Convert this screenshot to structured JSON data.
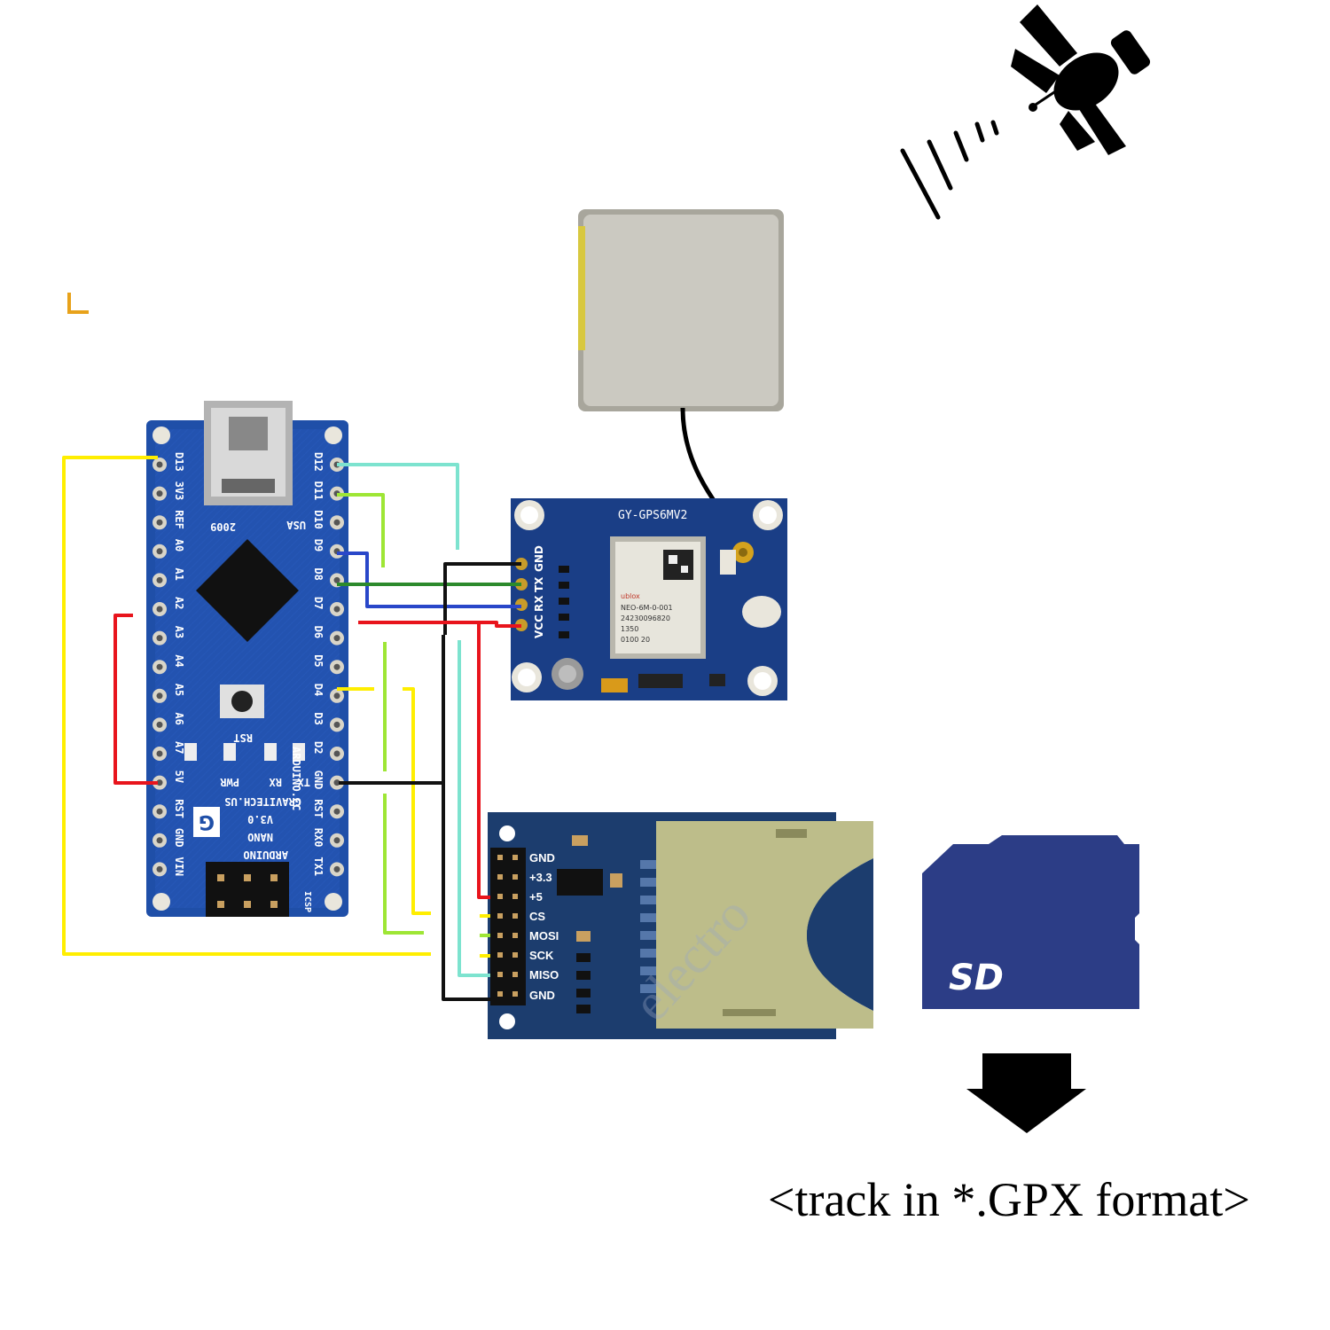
{
  "colors": {
    "board_blue": "#1f4fa8",
    "module_blue": "#1a3e86",
    "sd_module_blue": "#1c3d6e",
    "sd_card_blue": "#2c3d86",
    "wire_yellow": "#ffee00",
    "wire_lime": "#9ee635",
    "wire_cyan": "#7de3cf",
    "wire_red": "#e8141c",
    "wire_blue": "#2947c9",
    "wire_darkgreen": "#2c8a2c",
    "wire_black": "#111111",
    "metal": "#c8c8c0"
  },
  "icons": [
    "satellite-icon",
    "signal-waves-icon",
    "down-arrow-icon",
    "sd-card-icon",
    "gps-antenna-icon",
    "usb-connector-icon",
    "chip-icon"
  ],
  "arduino": {
    "left_pins": [
      "D13",
      "3V3",
      "REF",
      "A0",
      "A1",
      "A2",
      "A3",
      "A4",
      "A5",
      "A6",
      "A7",
      "5V",
      "RST",
      "GND",
      "VIN"
    ],
    "right_pins": [
      "D12",
      "D11",
      "D10",
      "D9",
      "D8",
      "D7",
      "D6",
      "D5",
      "D4",
      "D3",
      "D2",
      "GND",
      "RST",
      "RX0",
      "TX1"
    ],
    "labels": {
      "usa": "USA",
      "year": "2009",
      "site": "ARDUINO.CC",
      "rst": "RST",
      "pwr": "PWR",
      "rx": "RX",
      "tx": "TX",
      "maker": "GRAVITECH.US",
      "version": "V3.0",
      "nano": "NANO",
      "arduino": "ARDUINO",
      "icsp": "ICSP"
    }
  },
  "gps": {
    "title": "GY-GPS6MV2",
    "pins": [
      "GND",
      "TX",
      "RX",
      "VCC"
    ],
    "chip_lines": [
      "ublox",
      "NEO-6M-0-001",
      "24230096820",
      "1350",
      "0100  20"
    ]
  },
  "sd_module": {
    "pins": [
      "GND",
      "+3.3",
      "+5",
      "CS",
      "MOSI",
      "SCK",
      "MISO",
      "GND"
    ]
  },
  "sd_card": {
    "logo": "SD"
  },
  "caption": "<track in *.GPX format>"
}
